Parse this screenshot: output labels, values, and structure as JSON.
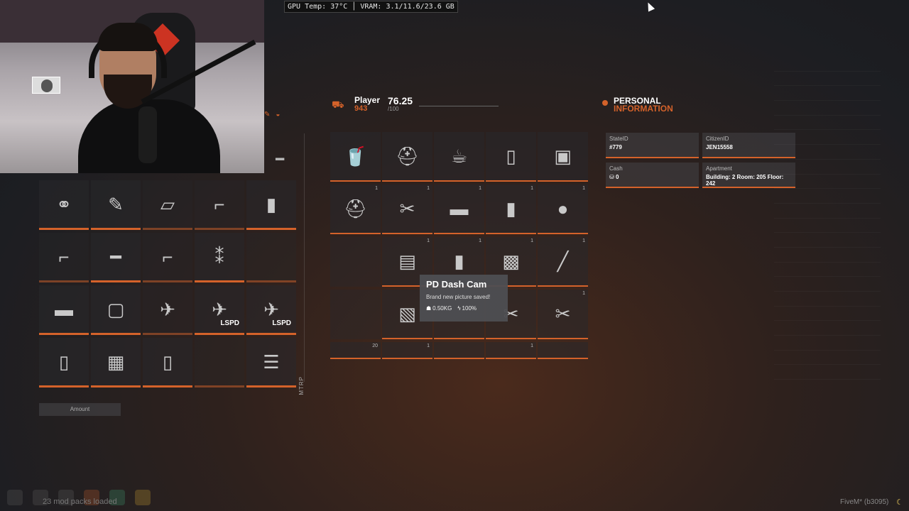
{
  "overlay": {
    "gpu_text": "GPU Temp: 37°C │ VRAM: 3.1/11.6/23.6 GB"
  },
  "player": {
    "name": "Player",
    "id": "943",
    "weight": "76.25",
    "max_weight": "/100"
  },
  "personal_info": {
    "title": "PERSONAL",
    "subtitle": "INFORMATION",
    "stateid_label": "StateID",
    "stateid_value": "#779",
    "citizenid_label": "CitizenID",
    "citizenid_value": "JEN15558",
    "cash_label": "Cash",
    "cash_value": "0",
    "apartment_label": "Apartment",
    "apartment_value": "Building: 2 Room: 205 Floor: 242"
  },
  "tooltip": {
    "title": "PD Dash Cam",
    "description": "Brand new picture saved!",
    "weight": "0.50KG",
    "durability": "100%"
  },
  "left_inventory": {
    "amount_label": "Amount",
    "side_label": "MTRP",
    "items": [
      {
        "icon": "⚭",
        "count": "",
        "tag": "",
        "dim": false
      },
      {
        "icon": "✎",
        "count": "",
        "tag": "",
        "dim": false
      },
      {
        "icon": "▱",
        "count": "",
        "tag": "",
        "dim": true
      },
      {
        "icon": "⌐",
        "count": "",
        "tag": "",
        "dim": true
      },
      {
        "icon": "▮",
        "count": "",
        "tag": "",
        "dim": false
      },
      {
        "icon": "⌐",
        "count": "",
        "tag": "",
        "dim": true
      },
      {
        "icon": "━",
        "count": "",
        "tag": "",
        "dim": false
      },
      {
        "icon": "⌐",
        "count": "",
        "tag": "",
        "dim": true
      },
      {
        "icon": "⁑",
        "count": "",
        "tag": "",
        "dim": false
      },
      {
        "icon": "",
        "count": "",
        "tag": "",
        "dim": true
      },
      {
        "icon": "▬",
        "count": "",
        "tag": "",
        "dim": false
      },
      {
        "icon": "▢",
        "count": "",
        "tag": "",
        "dim": false
      },
      {
        "icon": "✈",
        "count": "",
        "tag": "",
        "dim": true
      },
      {
        "icon": "✈",
        "count": "",
        "tag": "LSPD",
        "dim": false
      },
      {
        "icon": "✈",
        "count": "",
        "tag": "LSPD",
        "dim": false
      },
      {
        "icon": "▯",
        "count": "",
        "tag": "",
        "dim": false
      },
      {
        "icon": "▦",
        "count": "",
        "tag": "",
        "dim": false
      },
      {
        "icon": "▯",
        "count": "",
        "tag": "",
        "dim": false
      },
      {
        "icon": "",
        "count": "",
        "tag": "",
        "dim": true
      },
      {
        "icon": "☰",
        "count": "",
        "tag": "",
        "dim": false
      }
    ]
  },
  "player_inventory": {
    "items": [
      {
        "icon": "🥤",
        "count": "",
        "empty": false
      },
      {
        "icon": "⛑",
        "count": "",
        "empty": false
      },
      {
        "icon": "☕",
        "count": "",
        "empty": false
      },
      {
        "icon": "▯",
        "count": "",
        "empty": false
      },
      {
        "icon": "▣",
        "count": "",
        "empty": false
      },
      {
        "icon": "⛑",
        "count": "1",
        "empty": false
      },
      {
        "icon": "✂",
        "count": "1",
        "empty": false
      },
      {
        "icon": "▬",
        "count": "1",
        "empty": false
      },
      {
        "icon": "▮",
        "count": "1",
        "empty": false
      },
      {
        "icon": "●",
        "count": "1",
        "empty": false
      },
      {
        "icon": "",
        "count": "",
        "empty": true
      },
      {
        "icon": "▤",
        "count": "1",
        "empty": false
      },
      {
        "icon": "▮",
        "count": "1",
        "empty": false
      },
      {
        "icon": "▩",
        "count": "1",
        "empty": false
      },
      {
        "icon": "╱",
        "count": "1",
        "empty": false
      },
      {
        "icon": "",
        "count": "",
        "empty": true
      },
      {
        "icon": "▧",
        "count": "",
        "empty": false
      },
      {
        "icon": "",
        "count": "",
        "empty": false
      },
      {
        "icon": "✂",
        "count": "",
        "empty": false
      },
      {
        "icon": "✂",
        "count": "1",
        "empty": false
      },
      {
        "icon": "",
        "count": "20",
        "empty": false
      },
      {
        "icon": "",
        "count": "1",
        "empty": false
      },
      {
        "icon": "",
        "count": "",
        "empty": false
      },
      {
        "icon": "",
        "count": "1",
        "empty": false
      },
      {
        "icon": "",
        "count": "",
        "empty": false
      }
    ]
  },
  "status": {
    "mods_loaded": "23 mod packs loaded",
    "fivem": "FiveM* (b3095)",
    "moon_icon": "☾"
  },
  "colors": {
    "accent": "#d4622a"
  }
}
